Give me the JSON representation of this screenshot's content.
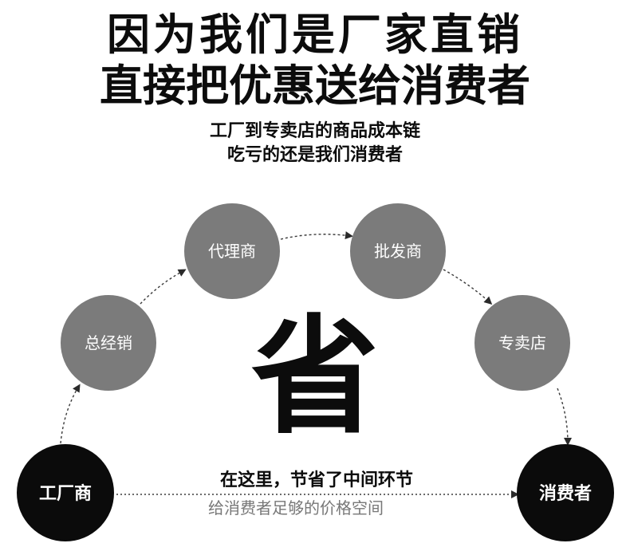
{
  "title": {
    "line1": "因为我们是厂家直销",
    "line2": "直接把优惠送给消费者"
  },
  "subtitle": {
    "line1": "工厂到专卖店的商品成本链",
    "line2": "吃亏的还是我们消费者"
  },
  "nodes": {
    "factory": "工厂商",
    "general_distributor": "总经销",
    "agent": "代理商",
    "wholesaler": "批发商",
    "store": "专卖店",
    "consumer": "消费者"
  },
  "center_char": "省",
  "savings": {
    "headline": "在这里，节省了中间环节",
    "note": "给消费者足够的价格空间"
  },
  "colors": {
    "endpoint_fill": "#0b0b0b",
    "middleman_fill": "#7b7b7b",
    "text_dark": "#0c0c0c",
    "note_gray": "#777777",
    "arrow": "#3a3a3a"
  }
}
